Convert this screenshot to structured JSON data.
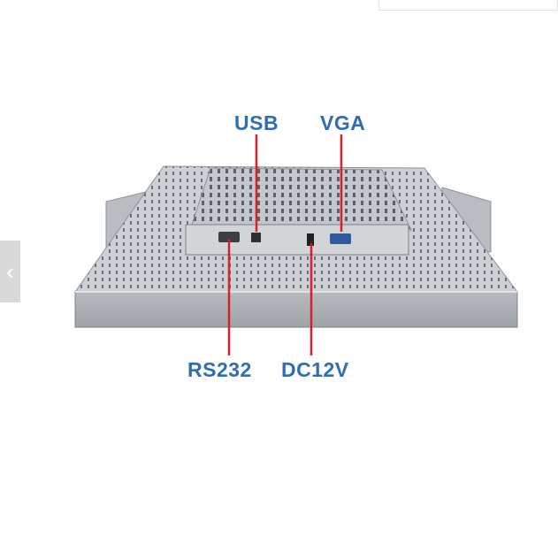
{
  "labels": {
    "usb": "USB",
    "vga": "VGA",
    "rs232": "RS232",
    "dc": "DC12V"
  },
  "icons": {
    "prev": "chevron-left-icon"
  },
  "colors": {
    "label": "#2f6db5",
    "pointer_line": "#d8202a",
    "chassis": "#c9ccd0"
  }
}
